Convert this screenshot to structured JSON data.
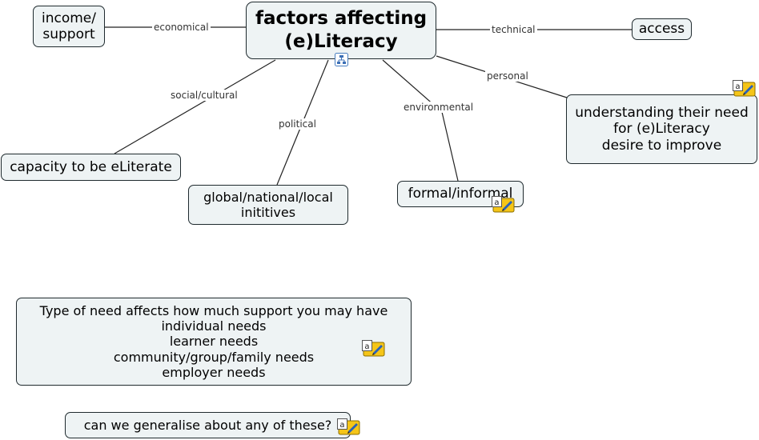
{
  "central": {
    "title": "factors affecting\n(e)Literacy",
    "icon": "map-link-icon"
  },
  "branches": {
    "economical": {
      "label": "economical",
      "node": "income/\nsupport"
    },
    "technical": {
      "label": "technical",
      "node": "access"
    },
    "personal": {
      "label": "personal",
      "node": "understanding their need\nfor (e)Literacy\ndesire to improve",
      "icon": "note-icon"
    },
    "social": {
      "label": "social/cultural",
      "node": "capacity to be eLiterate"
    },
    "political": {
      "label": "political",
      "node": "global/national/local\ninititives"
    },
    "environmental": {
      "label": "environmental",
      "node": "formal/informal",
      "icon": "note-icon"
    }
  },
  "floating": {
    "need_types": "Type of need affects how much support you may have\nindividual needs\nlearner needs\ncommunity/group/family needs\nemployer needs",
    "question": "can we generalise about any of these?"
  },
  "colors": {
    "node_fill": "#eef3f4",
    "border": "#1f2a2e",
    "line": "#222222",
    "note": "#f5c518"
  }
}
